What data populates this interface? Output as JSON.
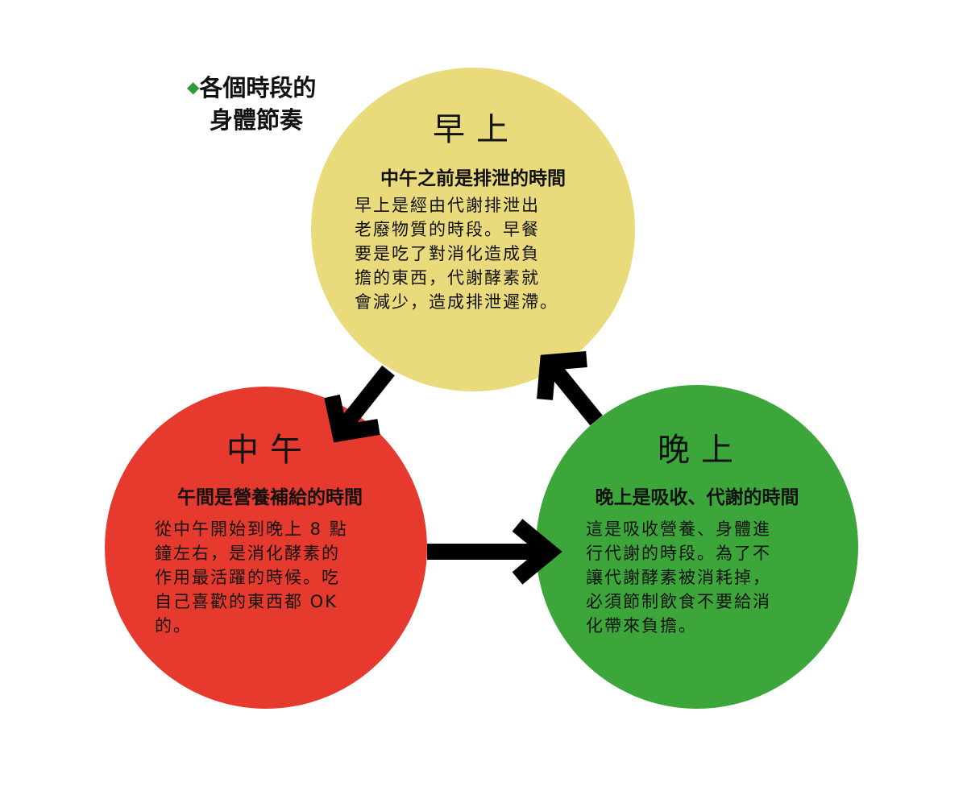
{
  "heading": {
    "bullet_icon": "diamond-icon",
    "line1": "各個時段的",
    "line2": "身體節奏",
    "bullet_color": "#2e9a3a"
  },
  "morning": {
    "color": "#e9da7c",
    "title": "早上",
    "subtitle": "中午之前是排泄的時間",
    "lines": [
      "早上是經由代謝排泄出",
      "老廢物質的時段。早餐",
      "要是吃了對消化造成負",
      "擔的東西，代謝酵素就",
      "會減少，造成排泄遲滯。"
    ]
  },
  "noon": {
    "color": "#e63a2e",
    "title": "中午",
    "subtitle": "午間是營養補給的時間",
    "lines": [
      "從中午開始到晚上 8 點",
      "鐘左右，是消化酵素的",
      "作用最活躍的時候。吃",
      "自己喜歡的東西都 OK",
      "的。"
    ]
  },
  "night": {
    "color": "#3da63b",
    "title": "晚上",
    "subtitle": "晚上是吸收、代謝的時間",
    "lines": [
      "這是吸收營養、身體進",
      "行代謝的時段。為了不",
      "讓代謝酵素被消耗掉，",
      "必須節制飲食不要給消",
      "化帶來負擔。"
    ]
  }
}
